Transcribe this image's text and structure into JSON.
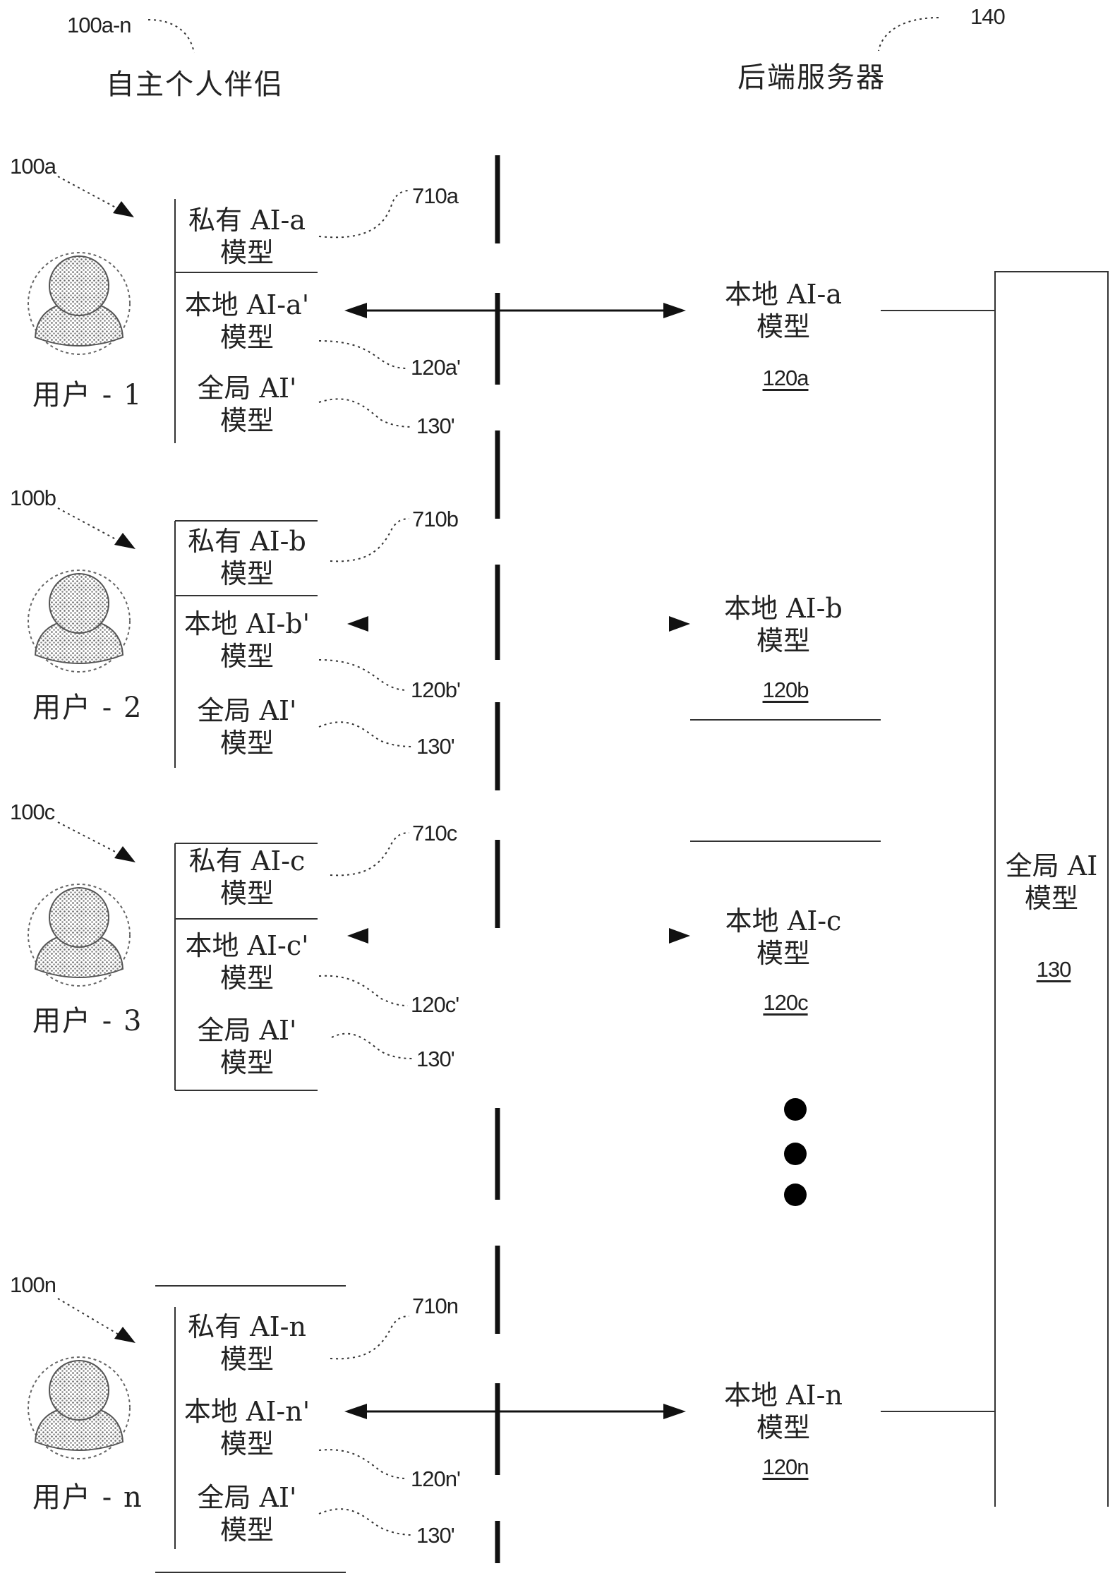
{
  "group_ref": "100a-n",
  "group_title": "自主个人伴侣",
  "server_ref": "140",
  "server_title": "后端服务器",
  "global_model": {
    "line1": "全局 AI",
    "line2": "模型",
    "ref": "130"
  },
  "users": [
    {
      "ref": "100a",
      "user_label": "用户 - 1",
      "private_l1": "私有 AI-a",
      "private_l2": "模型",
      "private_ref": "710a",
      "local_l1": "本地 AI-a'",
      "local_l2": "模型",
      "local_ref": "120a'",
      "global_l1": "全局 AI'",
      "global_l2": "模型",
      "global_ref": "130'",
      "server_l1": "本地 AI-a",
      "server_l2": "模型",
      "server_ref": "120a"
    },
    {
      "ref": "100b",
      "user_label": "用户 - 2",
      "private_l1": "私有 AI-b",
      "private_l2": "模型",
      "private_ref": "710b",
      "local_l1": "本地 AI-b'",
      "local_l2": "模型",
      "local_ref": "120b'",
      "global_l1": "全局 AI'",
      "global_l2": "模型",
      "global_ref": "130'",
      "server_l1": "本地 AI-b",
      "server_l2": "模型",
      "server_ref": "120b"
    },
    {
      "ref": "100c",
      "user_label": "用户 - 3",
      "private_l1": "私有 AI-c",
      "private_l2": "模型",
      "private_ref": "710c",
      "local_l1": "本地 AI-c'",
      "local_l2": "模型",
      "local_ref": "120c'",
      "global_l1": "全局 AI'",
      "global_l2": "模型",
      "global_ref": "130'",
      "server_l1": "本地 AI-c",
      "server_l2": "模型",
      "server_ref": "120c"
    },
    {
      "ref": "100n",
      "user_label": "用户 - n",
      "private_l1": "私有 AI-n",
      "private_l2": "模型",
      "private_ref": "710n",
      "local_l1": "本地 AI-n'",
      "local_l2": "模型",
      "local_ref": "120n'",
      "global_l1": "全局 AI'",
      "global_l2": "模型",
      "global_ref": "130'",
      "server_l1": "本地 AI-n",
      "server_l2": "模型",
      "server_ref": "120n"
    }
  ]
}
